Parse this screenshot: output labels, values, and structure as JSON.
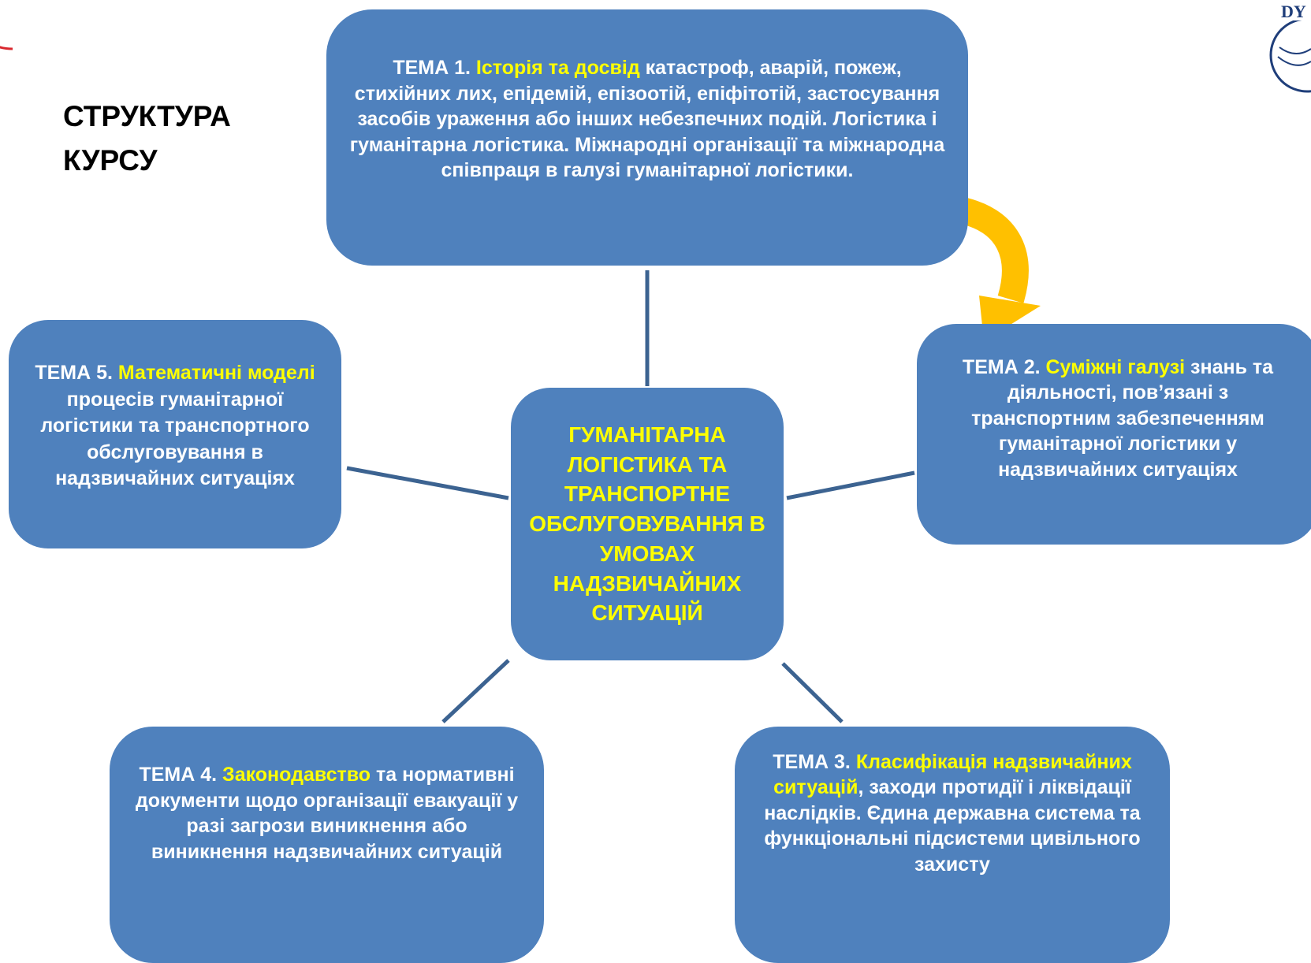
{
  "title": {
    "line1": "СТРУКТУРА",
    "line2": "КУРСУ"
  },
  "center": {
    "text": "ГУМАНІТАРНА ЛОГІСТИКА ТА ТРАНСПОРТНЕ ОБСЛУГОВУВАННЯ В УМОВАХ НАДЗВИЧАЙНИХ СИТУАЦІЙ"
  },
  "topics": [
    {
      "label": "ТЕМА 1.",
      "highlight": "Історія та досвід",
      "rest": " катастроф, аварій, пожеж, стихійних лих, епідемій, епізоотій, епіфітотій, застосування засобів ураження або інших небезпечних подій. Логістика і гуманітарна логістика. Міжнародні організації та міжнародна співпраця в галузі гуманітарної логістики."
    },
    {
      "label": "ТЕМА 2.",
      "highlight": "Суміжні галузі",
      "rest": " знань та діяльності, пов’язані з транспортним забезпеченням гуманітарної логістики у надзвичайних ситуаціях"
    },
    {
      "label": "ТЕМА 3.",
      "highlight": "Класифікація надзвичайних ситуацій",
      "rest": ", заходи протидії і ліквідації наслідків. Єдина державна система та функціональні підсистеми цивільного захисту"
    },
    {
      "label": "ТЕМА 4.",
      "highlight": "Законодавство",
      "rest": " та нормативні документи щодо організації евакуації у разі загрози виникнення або виникнення надзвичайних ситуацій"
    },
    {
      "label": "ТЕМА 5.",
      "highlight": "Математичні моделі",
      "rest": " процесів гуманітарної логістики та транспортного обслуговування в надзвичайних ситуаціях"
    }
  ],
  "logo_right_text": "DY",
  "colors": {
    "box": "#4f81bd",
    "highlight": "#ffff00",
    "connector": "#3c6391",
    "arrow": "#ffc000"
  },
  "icons": [
    "logo-left-icon",
    "logo-right-icon",
    "curved-arrow-icon"
  ]
}
